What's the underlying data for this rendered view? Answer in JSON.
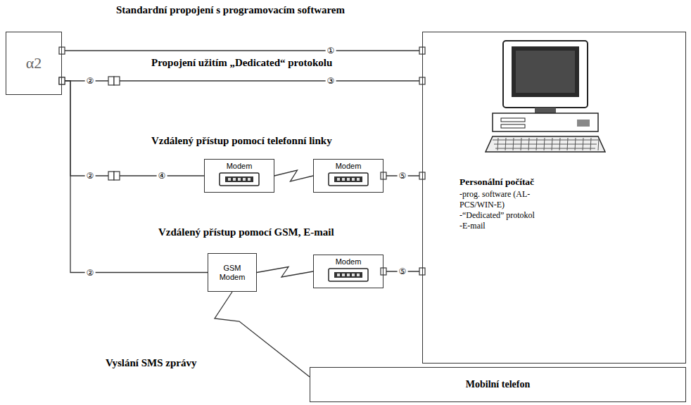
{
  "diagram": {
    "nodes": [
      {
        "text": [
          "α2"
        ]
      },
      {
        "text": [
          "Personální počítač",
          "-prog. software (AL-PCS/WIN-E)",
          "-“Dedicated” protokol",
          "-E-mail"
        ]
      },
      {
        "text": [
          "Modem"
        ]
      },
      {
        "text": [
          "Modem"
        ]
      },
      {
        "text": [
          "GSM Modem"
        ]
      },
      {
        "text": [
          "Modem"
        ]
      },
      {
        "text": [
          "Mobilní telefon"
        ]
      }
    ],
    "edges": [
      {
        "from": 0,
        "to": 1,
        "arrow": "none",
        "label": "①"
      },
      {
        "from": 0,
        "to": 1,
        "arrow": "none",
        "label": "③"
      },
      {
        "from": 0,
        "to": 2,
        "arrow": "none",
        "label": "④"
      },
      {
        "from": 2,
        "to": 3,
        "arrow": "none"
      },
      {
        "from": 3,
        "to": 1,
        "arrow": "none",
        "label": "⑤"
      },
      {
        "from": 0,
        "to": 4,
        "arrow": "none",
        "label": "②"
      },
      {
        "from": 4,
        "to": 5,
        "arrow": "none"
      },
      {
        "from": 5,
        "to": 1,
        "arrow": "none",
        "label": "⑤"
      },
      {
        "from": 4,
        "to": 6,
        "arrow": "none"
      }
    ],
    "labels": [
      "Standardní propojení s programovacím softwarem",
      "Propojení užitím „Dedicated“ protokolu",
      "Vzdálený přístup pomocí telefonní linky",
      "Vzdálený přístup pomocí GSM, E-mail",
      "Vyslání SMS zprávy",
      "②",
      "②"
    ]
  }
}
